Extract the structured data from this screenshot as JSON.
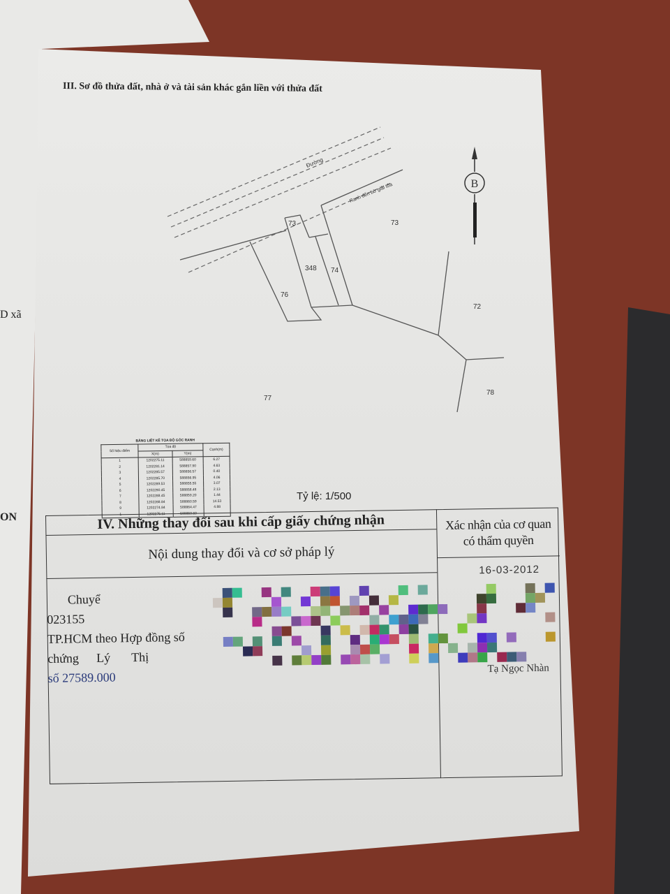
{
  "section3": {
    "title": "III. Sơ đồ thửa đất, nhà ở và tài sản khác gắn liền với thửa đất"
  },
  "margin_text": [
    "D xã",
    "ON"
  ],
  "map": {
    "road_label": "Đường",
    "ditch_label": "Ranh đến bờ giải tỏa",
    "north_label": "B",
    "parcels": [
      "73",
      "73",
      "348",
      "74",
      "76",
      "72",
      "77",
      "78"
    ],
    "scale": "Tỷ lệ: 1/500"
  },
  "coord_table": {
    "title": "BẢNG LIỆT KÊ TỌA ĐỘ GÓC RANH",
    "headers": {
      "point": "Số hiệu điểm",
      "coords": "Tọa độ",
      "x": "X(m)",
      "y": "Y(m)",
      "length": "Cạnh(m)"
    },
    "rows": [
      {
        "point": "1",
        "x": "1202275.11",
        "y": "588859.60",
        "len": "6.27"
      },
      {
        "point": "2",
        "x": "1202281.14",
        "y": "588857.90",
        "len": "4.63"
      },
      {
        "point": "3",
        "x": "1202285.57",
        "y": "588856.57",
        "len": "0.40"
      },
      {
        "point": "4",
        "x": "1202285.70",
        "y": "588856.95",
        "len": "4.06"
      },
      {
        "point": "5",
        "x": "1202289.53",
        "y": "588855.55",
        "len": "3.07"
      },
      {
        "point": "6",
        "x": "1202290.45",
        "y": "588858.48",
        "len": "2.13"
      },
      {
        "point": "7",
        "x": "1202288.45",
        "y": "588859.20",
        "len": "1.44"
      },
      {
        "point": "8",
        "x": "1202288.84",
        "y": "588860.59",
        "len": "14.53"
      },
      {
        "point": "9",
        "x": "1202274.84",
        "y": "588864.47",
        "len": "4.88"
      },
      {
        "point": "1",
        "x": "1202275.11",
        "y": "588859.60",
        "len": ""
      }
    ]
  },
  "section4": {
    "title": "IV. Những thay đổi sau khi cấp giấy chứng nhận",
    "left_header": "Nội dung thay đổi và cơ sở pháp lý",
    "right_header_1": "Xác nhận của cơ quan",
    "right_header_2": "có thẩm quyền",
    "lines": [
      "Chuyể",
      "023155",
      "TP.HCM theo Hợp đồng số",
      "chứng",
      "Lý",
      "Thị",
      "số 27589.000"
    ],
    "date": "16-03-2012",
    "signer": "Tạ Ngọc Nhàn"
  }
}
